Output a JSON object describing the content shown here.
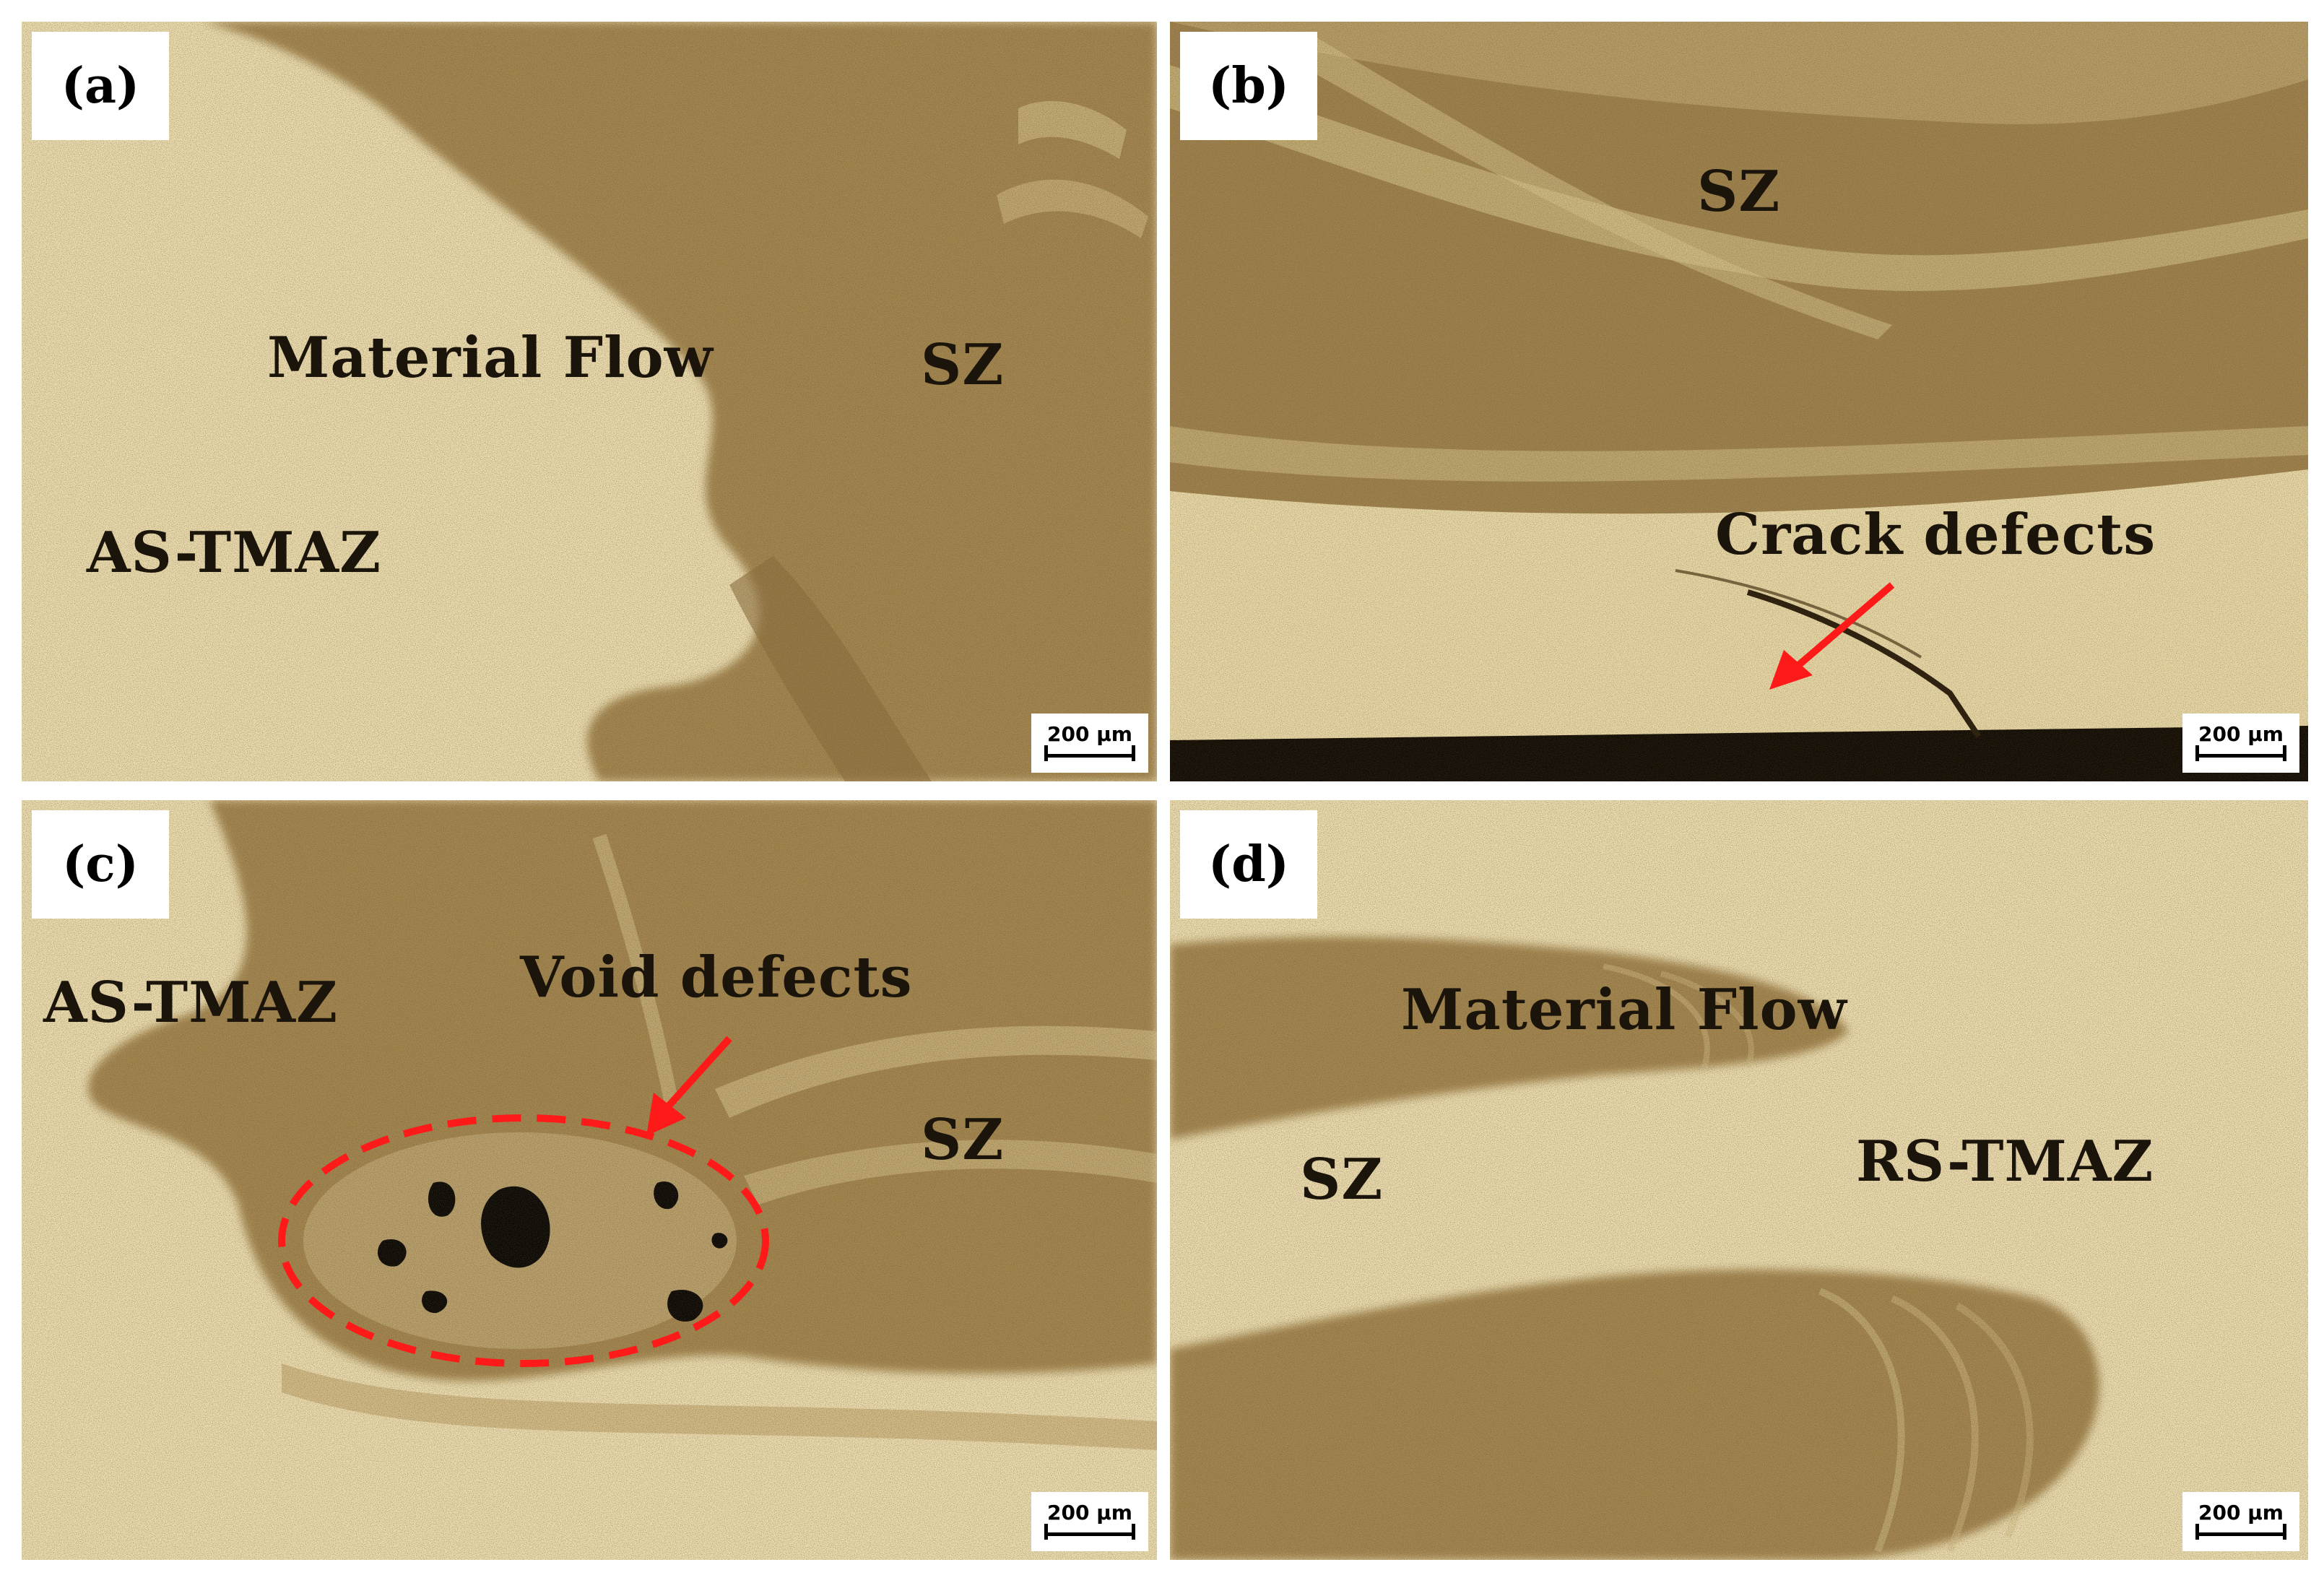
{
  "panels": {
    "a": {
      "letter": "(a)",
      "labels": {
        "material_flow": "Material Flow",
        "sz": "SZ",
        "as_tmaz": "AS-TMAZ"
      },
      "scale": "200 µm"
    },
    "b": {
      "letter": "(b)",
      "labels": {
        "sz": "SZ",
        "crack_defects": "Crack defects"
      },
      "scale": "200 µm"
    },
    "c": {
      "letter": "(c)",
      "labels": {
        "as_tmaz": "AS-TMAZ",
        "void_defects": "Void defects",
        "sz": "SZ"
      },
      "scale": "200 µm"
    },
    "d": {
      "letter": "(d)",
      "labels": {
        "material_flow": "Material Flow",
        "sz": "SZ",
        "rs_tmaz": "RS-TMAZ"
      },
      "scale": "200 µm"
    }
  },
  "colors": {
    "light_region": "#ecdcae",
    "dark_region": "#a4864f",
    "darker_region": "#8f703d",
    "annotation": "#ff1a1a"
  }
}
